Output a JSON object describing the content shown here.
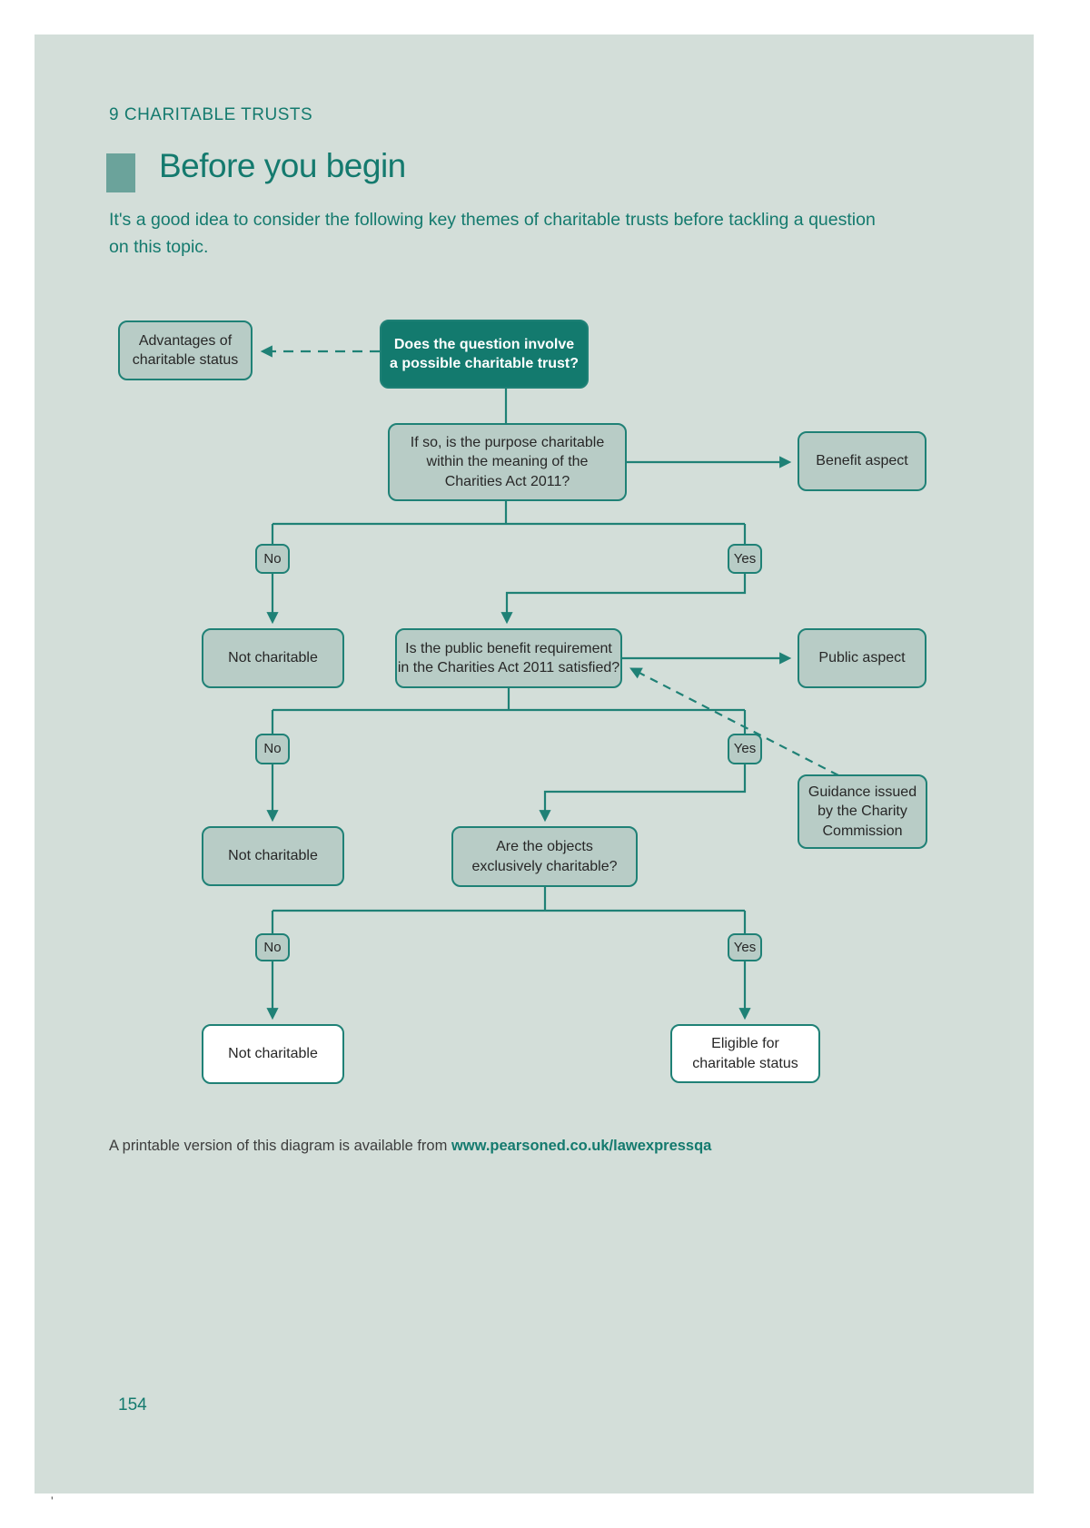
{
  "page": {
    "chapter_header": "9 CHARITABLE TRUSTS",
    "section_title": "Before you begin",
    "intro": "It's a good idea to consider the following key themes of charitable trusts before tackling a question on this topic.",
    "footer_prefix": "A printable version of this diagram is available from ",
    "footer_url": "www.pearsoned.co.uk/lawexpressqa",
    "page_number": "154",
    "stray_mark": "'"
  },
  "colors": {
    "teal_accent": "#147a6e",
    "line_teal": "#1f8176",
    "panel_background": "#d3ded9",
    "box_fill": "#b8ccc6",
    "dark_box_fill": "#137a6e",
    "white_box_fill": "#ffffff",
    "bullet_fill": "#6ba39b"
  },
  "flowchart": {
    "nodes": {
      "advantages": {
        "lines": [
          "Advantages of",
          "charitable status"
        ]
      },
      "main_question": {
        "lines": [
          "Does the question involve",
          "a possible charitable trust?"
        ]
      },
      "if_so": {
        "lines": [
          "If so, is the purpose charitable",
          "within the meaning of the",
          "Charities Act 2011?"
        ]
      },
      "benefit_aspect": {
        "lines": [
          "Benefit aspect"
        ]
      },
      "no1": {
        "lines": [
          "No"
        ]
      },
      "yes1": {
        "lines": [
          "Yes"
        ]
      },
      "not_charitable_1": {
        "lines": [
          "Not charitable"
        ]
      },
      "public_benefit": {
        "lines": [
          "Is the public benefit requirement",
          "in the Charities Act 2011 satisfied?"
        ]
      },
      "public_aspect": {
        "lines": [
          "Public aspect"
        ]
      },
      "no2": {
        "lines": [
          "No"
        ]
      },
      "yes2": {
        "lines": [
          "Yes"
        ]
      },
      "guidance": {
        "lines": [
          "Guidance issued",
          "by the Charity",
          "Commission"
        ]
      },
      "not_charitable_2": {
        "lines": [
          "Not charitable"
        ]
      },
      "are_objects": {
        "lines": [
          "Are the objects",
          "exclusively charitable?"
        ]
      },
      "no3": {
        "lines": [
          "No"
        ]
      },
      "yes3": {
        "lines": [
          "Yes"
        ]
      },
      "not_charitable_3": {
        "lines": [
          "Not charitable"
        ]
      },
      "eligible": {
        "lines": [
          "Eligible for",
          "charitable status"
        ]
      }
    }
  }
}
